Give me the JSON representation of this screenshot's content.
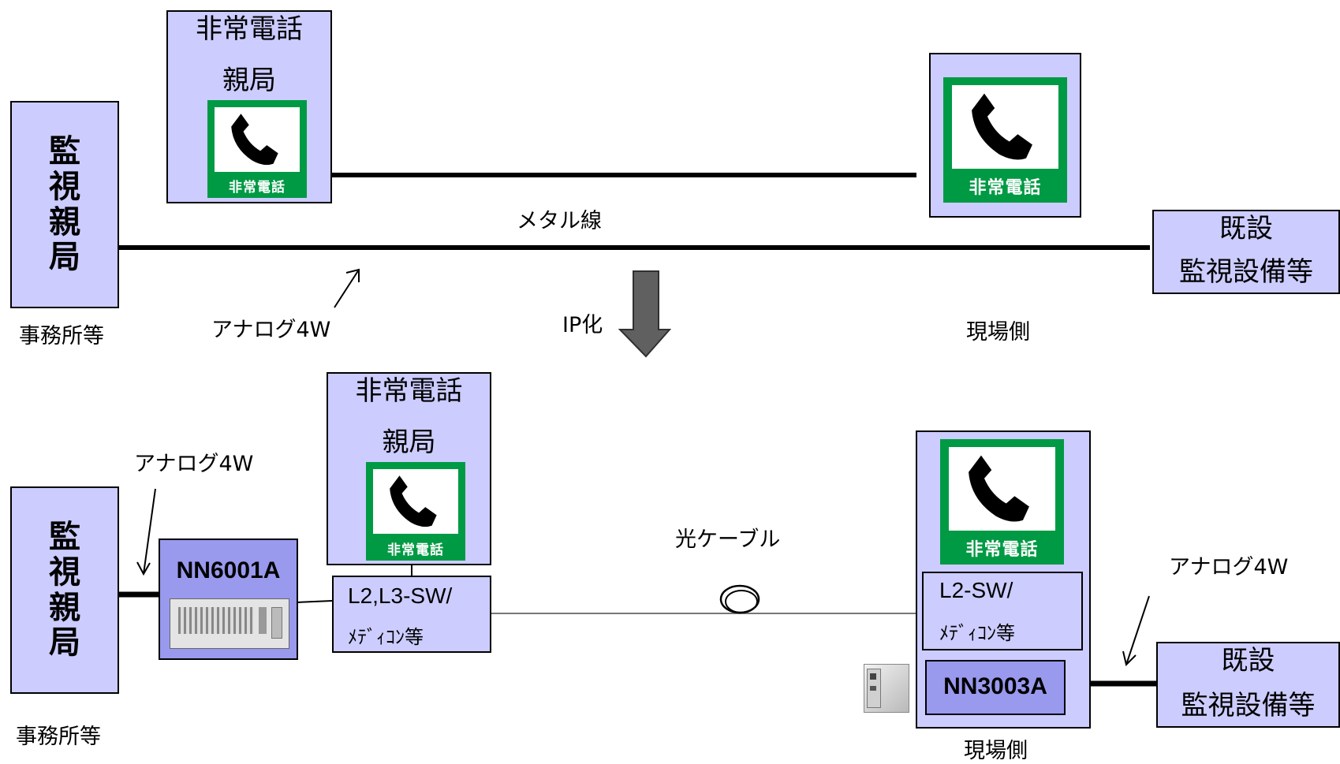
{
  "top": {
    "office_box_chars": [
      "監",
      "視",
      "親",
      "局"
    ],
    "office_label": "事務所等",
    "parent_station": {
      "line1": "非常電話",
      "line2": "親局"
    },
    "phone_sign_caption": "非常電話",
    "metal_line_label": "メタル線",
    "analog_label": "アナログ4W",
    "existing_equipment": {
      "line1": "既設",
      "line2": "監視設備等"
    },
    "site_label": "現場側"
  },
  "transition_label": "IP化",
  "bottom": {
    "office_box_chars": [
      "監",
      "視",
      "親",
      "局"
    ],
    "office_label": "事務所等",
    "analog_label_left": "アナログ4W",
    "nn6001a_label": "NN6001A",
    "parent_station": {
      "line1": "非常電話",
      "line2": "親局"
    },
    "phone_sign_caption": "非常電話",
    "l2l3_sw": {
      "line1": "L2,L3-SW/",
      "line2": "ﾒﾃﾞｨｺﾝ等"
    },
    "optical_cable_label": "光ケーブル",
    "l2_sw": {
      "line1": "L2-SW/",
      "line2": "ﾒﾃﾞｨｺﾝ等"
    },
    "nn3003a_label": "NN3003A",
    "analog_label_right": "アナログ4W",
    "existing_equipment": {
      "line1": "既設",
      "line2": "監視設備等"
    },
    "site_label": "現場側"
  },
  "colors": {
    "box_fill": "#ccccff",
    "device_fill": "#9999ee",
    "sign_green": "#009a44"
  }
}
